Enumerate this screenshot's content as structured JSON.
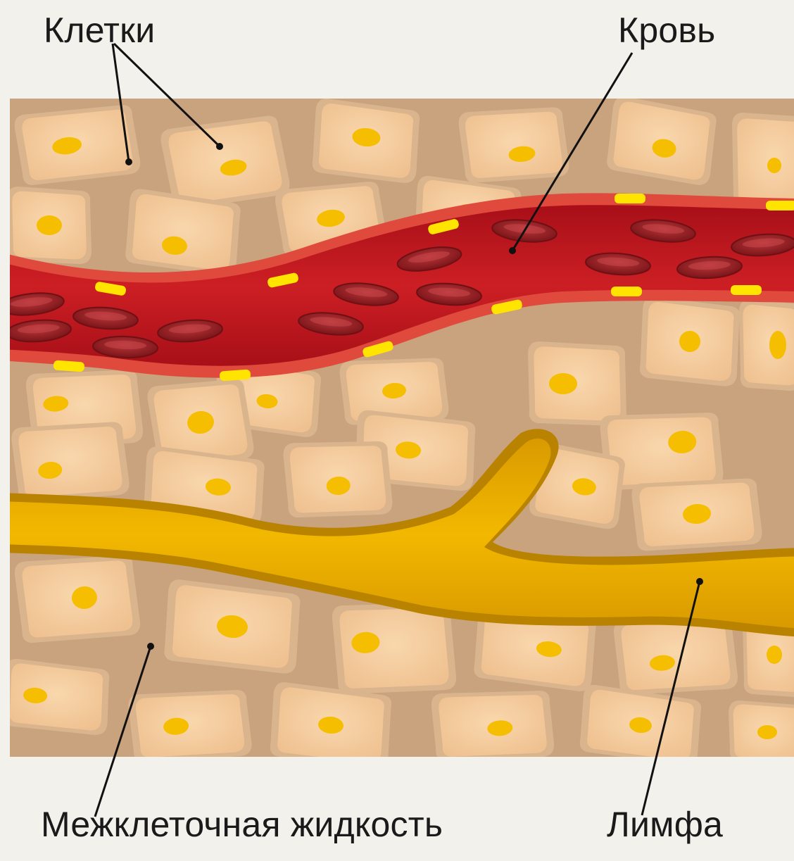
{
  "labels": {
    "cells": "Клетки",
    "blood": "Кровь",
    "interstitial_fluid": "Межклеточная жидкость",
    "lymph": "Лимфа"
  },
  "colors": {
    "background": "#f2f1ec",
    "tissue": "#c9a27e",
    "cell_fill": "#f4c998",
    "cell_border": "#d8b08a",
    "nucleus": "#f5be00",
    "vessel_wall": "#e04a3c",
    "blood": "#b3141c",
    "erythrocyte": "#8f1b22",
    "wall_pore": "#ffe400",
    "lymph_vessel": "#edb200",
    "leader_line": "#111111"
  }
}
